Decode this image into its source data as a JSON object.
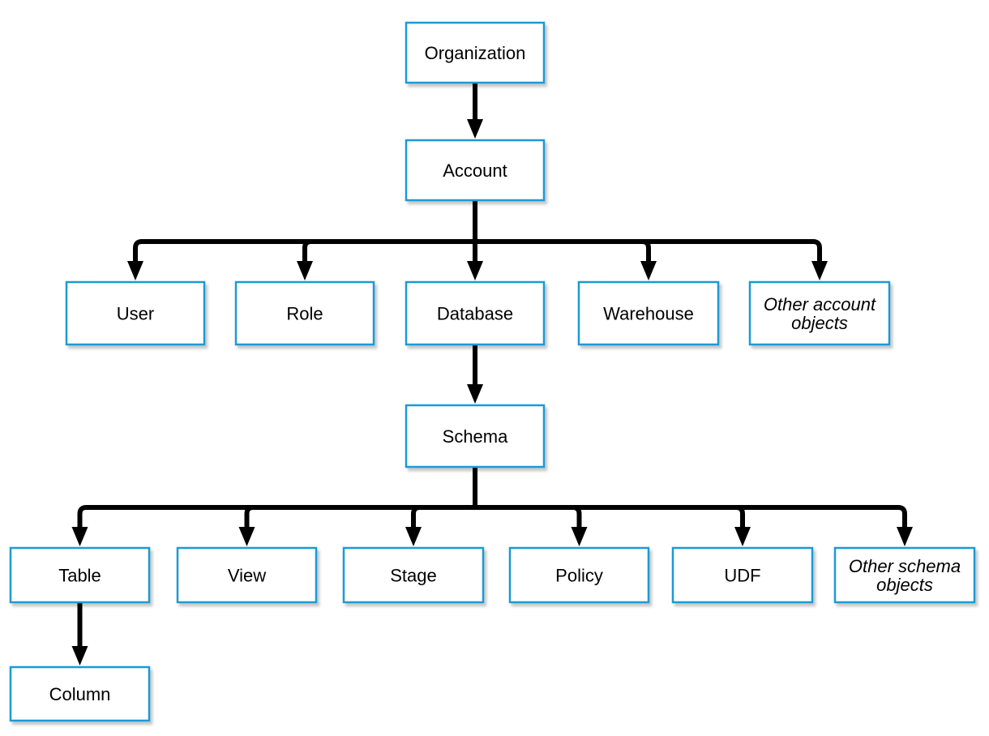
{
  "nodes": {
    "organization": {
      "label": [
        "Organization"
      ],
      "italic": false
    },
    "account": {
      "label": [
        "Account"
      ],
      "italic": false
    },
    "user": {
      "label": [
        "User"
      ],
      "italic": false
    },
    "role": {
      "label": [
        "Role"
      ],
      "italic": false
    },
    "database": {
      "label": [
        "Database"
      ],
      "italic": false
    },
    "warehouse": {
      "label": [
        "Warehouse"
      ],
      "italic": false
    },
    "other_account_objects": {
      "label": [
        "Other account",
        "objects"
      ],
      "italic": true
    },
    "schema": {
      "label": [
        "Schema"
      ],
      "italic": false
    },
    "table": {
      "label": [
        "Table"
      ],
      "italic": false
    },
    "view": {
      "label": [
        "View"
      ],
      "italic": false
    },
    "stage": {
      "label": [
        "Stage"
      ],
      "italic": false
    },
    "policy": {
      "label": [
        "Policy"
      ],
      "italic": false
    },
    "udf": {
      "label": [
        "UDF"
      ],
      "italic": false
    },
    "other_schema_objects": {
      "label": [
        "Other schema",
        "objects"
      ],
      "italic": true
    },
    "column": {
      "label": [
        "Column"
      ],
      "italic": false
    }
  },
  "edges": [
    {
      "from": "organization",
      "to": "account"
    },
    {
      "from": "account",
      "to": "user"
    },
    {
      "from": "account",
      "to": "role"
    },
    {
      "from": "account",
      "to": "database"
    },
    {
      "from": "account",
      "to": "warehouse"
    },
    {
      "from": "account",
      "to": "other_account_objects"
    },
    {
      "from": "database",
      "to": "schema"
    },
    {
      "from": "schema",
      "to": "table"
    },
    {
      "from": "schema",
      "to": "view"
    },
    {
      "from": "schema",
      "to": "stage"
    },
    {
      "from": "schema",
      "to": "policy"
    },
    {
      "from": "schema",
      "to": "udf"
    },
    {
      "from": "schema",
      "to": "other_schema_objects"
    },
    {
      "from": "table",
      "to": "column"
    }
  ],
  "colors": {
    "box_border": "#1a9ad6",
    "box_fill": "#ffffff",
    "connector": "#000000",
    "text": "#000000"
  }
}
